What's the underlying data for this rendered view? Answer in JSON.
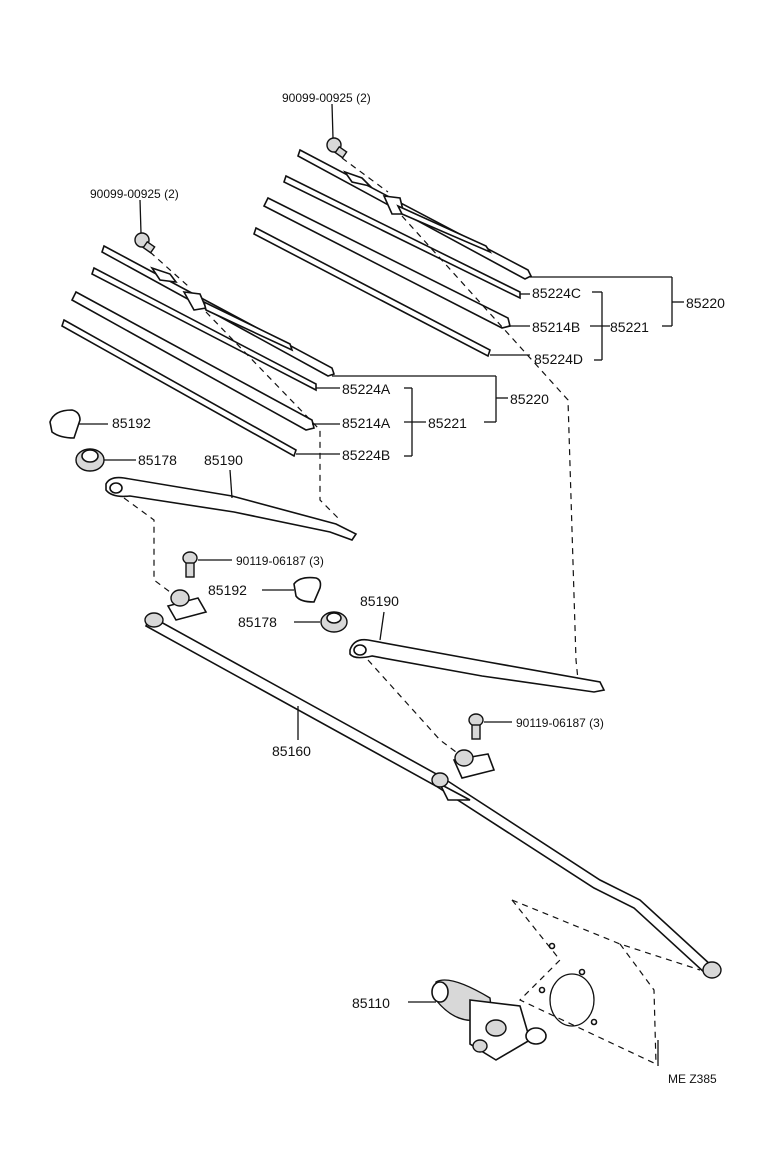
{
  "labels": {
    "screw_top_right": "90099-00925 (2)",
    "screw_top_left": "90099-00925 (2)",
    "p85224C": "85224C",
    "p85214B": "85214B",
    "p85224D": "85224D",
    "p85221_right": "85221",
    "p85220_right": "85220",
    "p85224A": "85224A",
    "p85214A": "85214A",
    "p85224B": "85224B",
    "p85221_left": "85221",
    "p85220_left": "85220",
    "p85192_top": "85192",
    "p85178_top": "85178",
    "p85190_top": "85190",
    "bolt_upper": "90119-06187 (3)",
    "p85192_mid": "85192",
    "p85178_mid": "85178",
    "p85190_mid": "85190",
    "bolt_lower": "90119-06187 (3)",
    "p85160": "85160",
    "p85110": "85110",
    "diagram_code": "ME Z385"
  }
}
